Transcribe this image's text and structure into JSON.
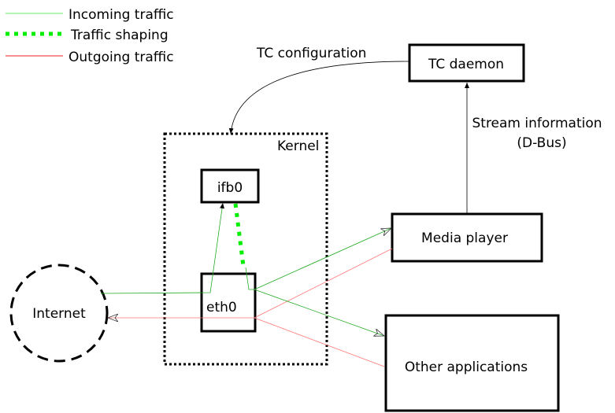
{
  "legend": {
    "incoming": "Incoming traffic",
    "shaping": "Traffic shaping",
    "outgoing": "Outgoing traffic"
  },
  "nodes": {
    "tc_daemon": "TC daemon",
    "kernel": "Kernel",
    "ifb0": "ifb0",
    "eth0": "eth0",
    "internet": "Internet",
    "media_player": "Media player",
    "other_apps": "Other applications"
  },
  "edges": {
    "tc_config": "TC configuration",
    "stream_info_1": "Stream information",
    "stream_info_2": "(D-Bus)"
  },
  "colors": {
    "incoming": "#22aa22",
    "shaping": "#00ee00",
    "outgoing": "#ff7777"
  }
}
